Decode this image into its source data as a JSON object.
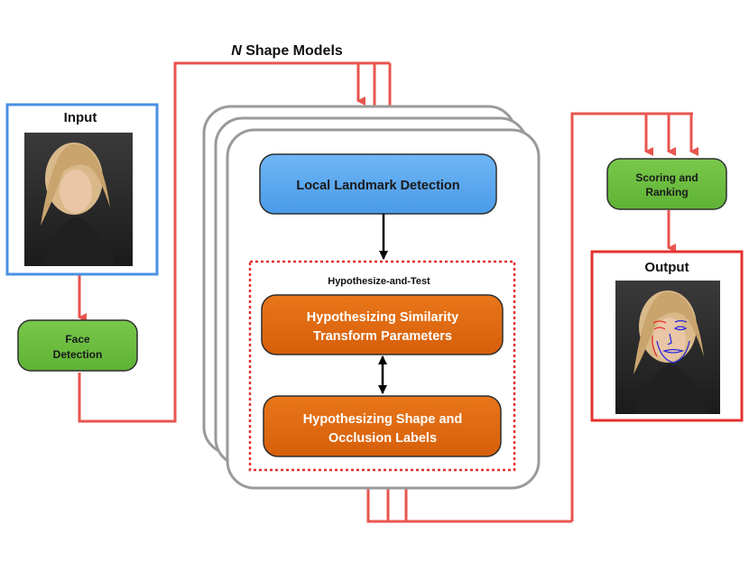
{
  "title": {
    "italic": "N",
    "rest": " Shape Models"
  },
  "input": {
    "label": "Input"
  },
  "output": {
    "label": "Output"
  },
  "face_detection": {
    "line1": "Face",
    "line2": "Detection"
  },
  "scoring": {
    "line1": "Scoring and",
    "line2": "Ranking"
  },
  "local_landmark": {
    "label": "Local Landmark Detection"
  },
  "hypothesize_and_test": {
    "label": "Hypothesize-and-Test"
  },
  "similarity": {
    "line1": "Hypothesizing Similarity",
    "line2": "Transform Parameters"
  },
  "shape_occlusion": {
    "line1": "Hypothesizing Shape and",
    "line2": "Occlusion Labels"
  },
  "colors": {
    "red": "#e8554e",
    "blue_box": "#4a90e2",
    "blue_fill": "#5aa7f0",
    "green_fill": "#6bbf3f",
    "orange_fill": "#e06a10",
    "output_border": "#e53030",
    "gray_card": "#9a9a9a"
  }
}
